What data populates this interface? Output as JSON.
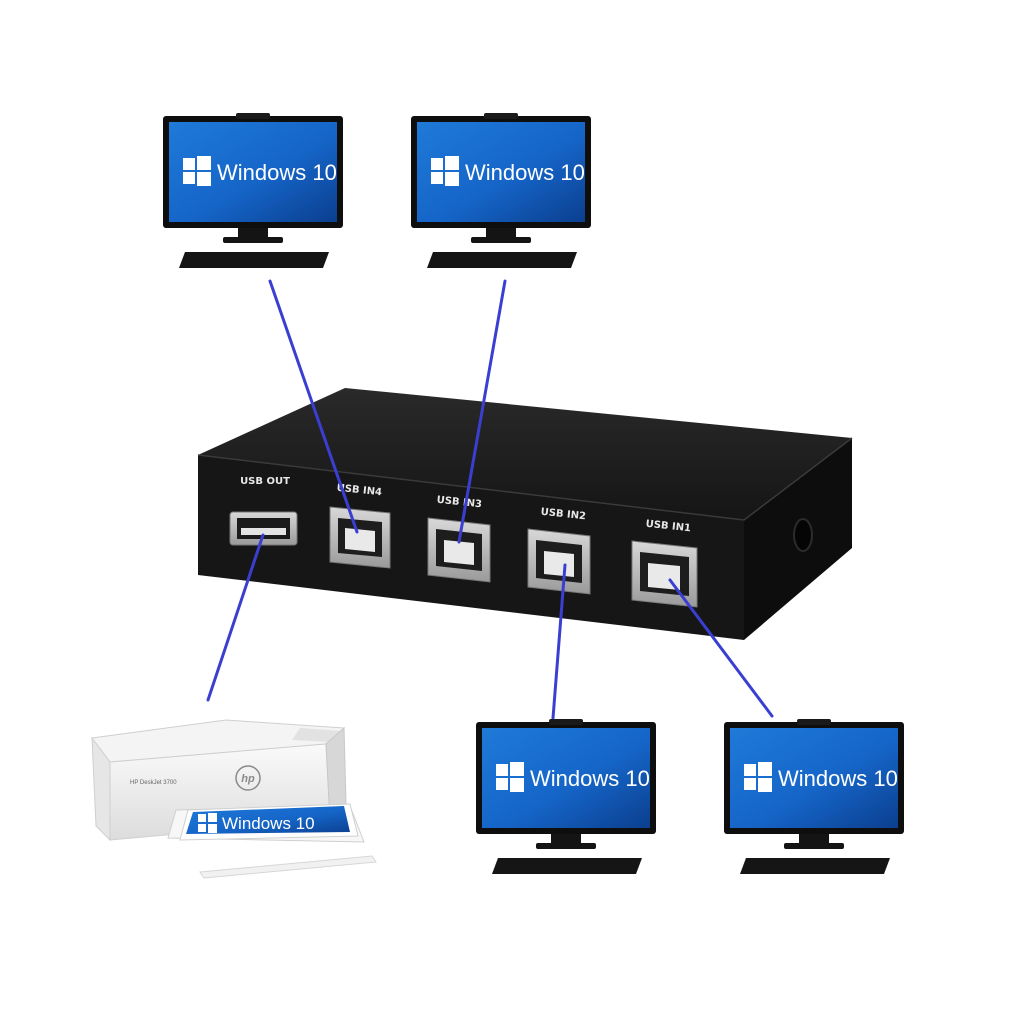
{
  "colors": {
    "link_line": "#3b3fd1",
    "screen_blue": "#1565c8",
    "screen_dark": "#0b3f8f",
    "device_black": "#121212"
  },
  "computers": [
    {
      "id": "pc-top-left",
      "screen_text": "Windows 10"
    },
    {
      "id": "pc-top-right",
      "screen_text": "Windows 10"
    },
    {
      "id": "pc-bottom-left",
      "screen_text": "Windows 10"
    },
    {
      "id": "pc-bottom-right",
      "screen_text": "Windows 10"
    }
  ],
  "switch": {
    "ports": [
      {
        "label": "USB OUT",
        "type": "usb-a"
      },
      {
        "label": "USB IN4",
        "type": "usb-b"
      },
      {
        "label": "USB IN3",
        "type": "usb-b"
      },
      {
        "label": "USB IN2",
        "type": "usb-b"
      },
      {
        "label": "USB IN1",
        "type": "usb-b"
      }
    ]
  },
  "printer": {
    "brand_logo": "hp",
    "paper_text": "Windows 10",
    "model_text": "HP DeskJet 3700"
  },
  "connections": [
    {
      "from": "pc-top-left",
      "to": "USB IN4"
    },
    {
      "from": "pc-top-right",
      "to": "USB IN3"
    },
    {
      "from": "printer",
      "to": "USB OUT"
    },
    {
      "from": "pc-bottom-left",
      "to": "USB IN2"
    },
    {
      "from": "pc-bottom-right",
      "to": "USB IN1"
    }
  ]
}
